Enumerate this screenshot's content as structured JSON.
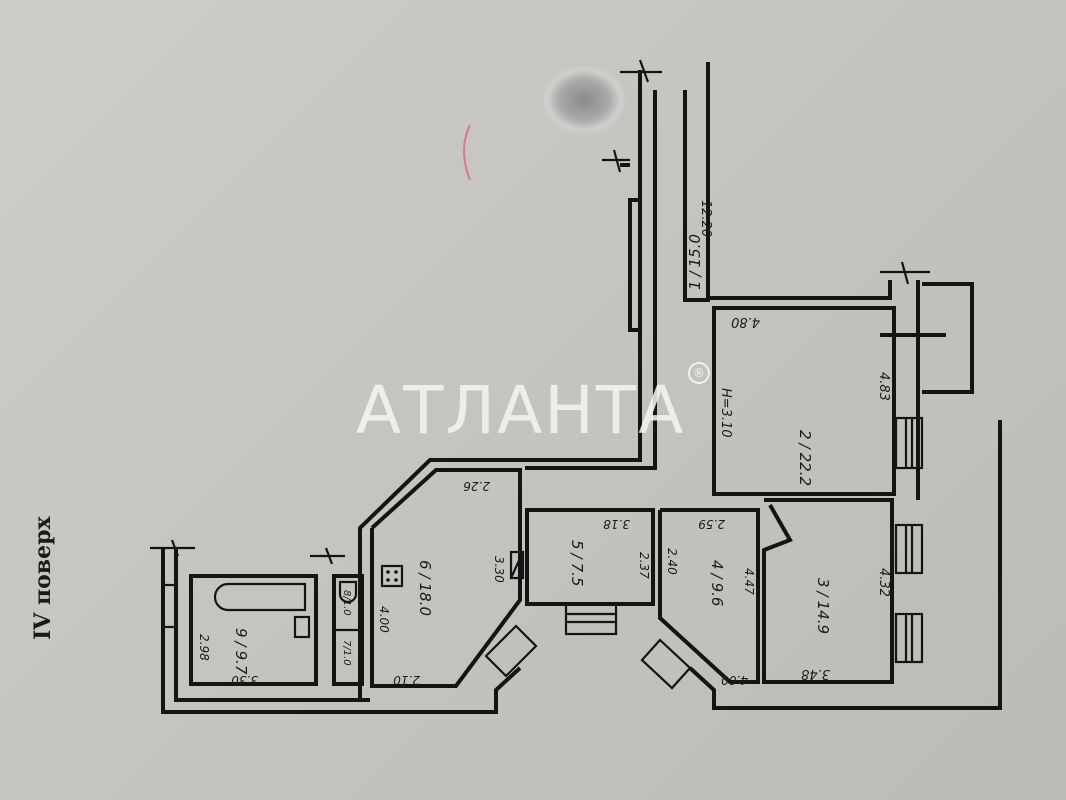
{
  "floor_label": "IV поверх",
  "watermark": {
    "brand": "АТЛАНТА",
    "reg_mark": "®"
  },
  "rooms": [
    {
      "number": "1",
      "area": "15.0",
      "dims": [
        "12.20"
      ]
    },
    {
      "number": "2",
      "area": "22.2",
      "dims": [
        "4.80",
        "4.83",
        "H=3.10"
      ]
    },
    {
      "number": "3",
      "area": "14.9",
      "dims": [
        "3.48",
        "4.32"
      ]
    },
    {
      "number": "4",
      "area": "9.6",
      "dims": [
        "2.59",
        "2.40",
        "4.47",
        "4.00"
      ]
    },
    {
      "number": "5",
      "area": "7.5",
      "dims": [
        "3.18",
        "2.37"
      ]
    },
    {
      "number": "6",
      "area": "18.0",
      "dims": [
        "2.26",
        "3.30",
        "4.00",
        "2.10"
      ]
    },
    {
      "number": "7",
      "area": "1.0",
      "dims": []
    },
    {
      "number": "8",
      "area": "1.0",
      "dims": []
    },
    {
      "number": "9",
      "area": "9.7",
      "dims": [
        "2.98",
        "3.30"
      ]
    }
  ],
  "colors": {
    "paper": "#c9c7c2",
    "ink": "#141414",
    "watermark": "#f5f5f3"
  }
}
